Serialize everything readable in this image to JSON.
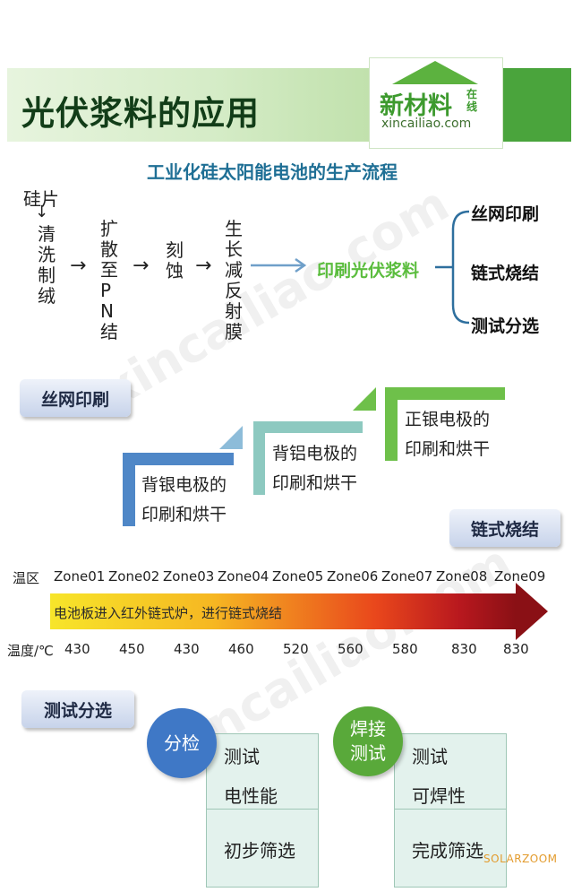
{
  "header": {
    "title": "光伏浆料的应用",
    "logo_main": "新材料",
    "logo_badge": "在线",
    "logo_url": "xincailiao.com"
  },
  "process": {
    "title": "工业化硅太阳能电池的生产流程",
    "wafer": "硅片",
    "down_arrow": "↓",
    "step_clean": "清洗制绒",
    "step_diffuse": "扩散至PN结",
    "step_etch": "刻蚀",
    "step_ar": "生长减反射膜",
    "arrow": "→",
    "step_print": "印刷光伏浆料",
    "branches": [
      "丝网印刷",
      "链式烧结",
      "测试分选"
    ]
  },
  "screen_printing": {
    "tag": "丝网印刷",
    "steps": [
      {
        "line1": "背银电极的",
        "line2": "印刷和烘干"
      },
      {
        "line1": "背铝电极的",
        "line2": "印刷和烘干"
      },
      {
        "line1": "正银电极的",
        "line2": "印刷和烘干"
      }
    ]
  },
  "sintering": {
    "tag": "链式烧结",
    "zone_label": "温区",
    "zones": [
      "Zone01",
      "Zone02",
      "Zone03",
      "Zone04",
      "Zone05",
      "Zone06",
      "Zone07",
      "Zone08",
      "Zone09"
    ],
    "arrow_text": "电池板进入红外链式炉，进行链式烧结",
    "temp_label": "温度/℃",
    "temps": [
      "430",
      "450",
      "430",
      "460",
      "520",
      "560",
      "580",
      "830",
      "830"
    ]
  },
  "testing": {
    "tag": "测试分选",
    "groups": [
      {
        "circle": "分检",
        "top_line1": "测试",
        "top_line2": "电性能",
        "bottom": "初步筛选"
      },
      {
        "circle": "焊接测试",
        "top_line1": "测试",
        "top_line2": "可焊性",
        "bottom": "完成筛选"
      }
    ]
  },
  "watermark": "xincailiao.com",
  "corner_mark": "SOLARZOOM",
  "colors": {
    "header_green": "#4aa43c",
    "title_dark_green": "#123d18",
    "flow_title_blue": "#1f6f95",
    "print_green": "#5bbd3e",
    "circle_blue": "#3f78c6",
    "circle_green": "#59a93a",
    "corner_orange": "#e39b2d"
  }
}
